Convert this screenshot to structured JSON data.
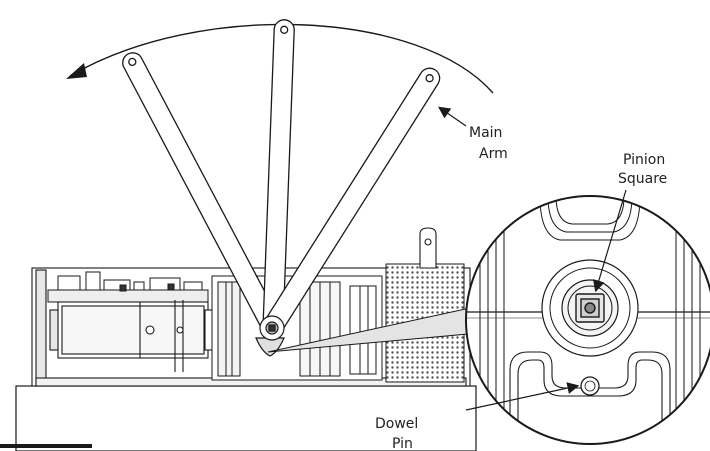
{
  "labels": {
    "main_arm": [
      "Main",
      "Arm"
    ],
    "pinion_square": [
      "Pinion",
      "Square"
    ],
    "dowel_pin": [
      "Dowel",
      "Pin"
    ]
  },
  "colors": {
    "line": "#1a1a1a",
    "fill": "#ffffff",
    "shade": "#d9d9d9",
    "dark": "#333333"
  }
}
